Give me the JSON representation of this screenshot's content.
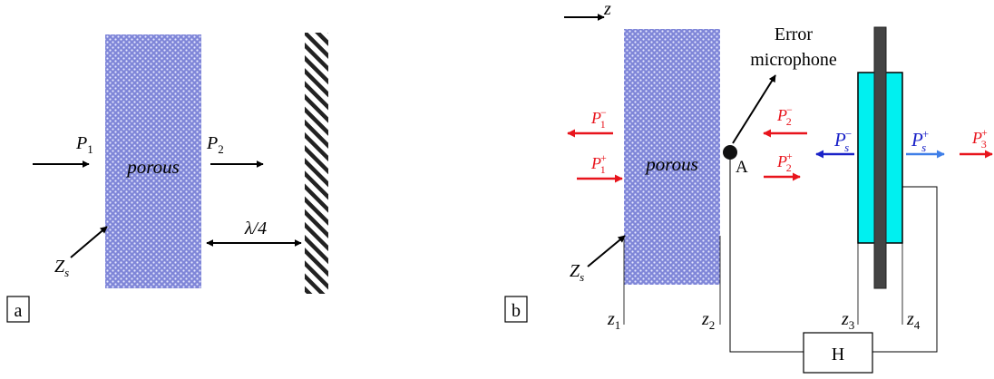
{
  "panel_a": {
    "label": "a",
    "material_label": "porous",
    "p1": {
      "sym": "P",
      "sub": "1"
    },
    "p2": {
      "sym": "P",
      "sub": "2"
    },
    "zs": {
      "sym": "Z",
      "sub": "s"
    },
    "distance_label": "λ/4"
  },
  "panel_b": {
    "label": "b",
    "material_label": "porous",
    "z_axis": "z",
    "mic_label_line1": "Error",
    "mic_label_line2": "microphone",
    "point_label": "A",
    "controller_label": "H",
    "p1_minus": {
      "sym": "P",
      "sub": "1",
      "sup": "−"
    },
    "p1_plus": {
      "sym": "P",
      "sub": "1",
      "sup": "+"
    },
    "p2_minus": {
      "sym": "P",
      "sub": "2",
      "sup": "−"
    },
    "p2_plus": {
      "sym": "P",
      "sub": "2",
      "sup": "+"
    },
    "ps_minus": {
      "sym": "P",
      "sub": "s",
      "sup": "−"
    },
    "ps_plus": {
      "sym": "P",
      "sub": "s",
      "sup": "+"
    },
    "p3_plus": {
      "sym": "P",
      "sub": "3",
      "sup": "+"
    },
    "zs": {
      "sym": "Z",
      "sub": "s"
    },
    "z1": {
      "sym": "z",
      "sub": "1"
    },
    "z2": {
      "sym": "z",
      "sub": "2"
    },
    "z3": {
      "sym": "z",
      "sub": "3"
    },
    "z4": {
      "sym": "z",
      "sub": "4"
    }
  },
  "colors": {
    "porous_fill": "#7f86d8",
    "red_arrow": "#e8141c",
    "blue_arrow": "#1a22c8",
    "light_blue_arrow": "#3f7fe8",
    "actuator_fill": "#00f0f0",
    "rod_fill": "#444444",
    "black": "#000000"
  }
}
